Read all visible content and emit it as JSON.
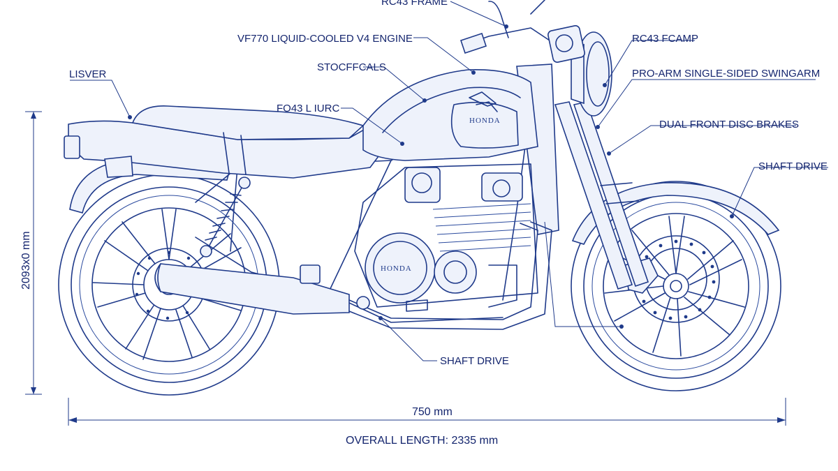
{
  "diagram": {
    "callouts": {
      "frame": "RC43 FRAME",
      "engine": "VF770 LIQUID-COOLED V4 ENGINE",
      "stocfcals": "STOCFFCALS",
      "liver": "LISVER",
      "fo43": "FO43 L IURC",
      "rc43_fcamp": "RC43 FCAMP",
      "swingarm": "PRO-ARM SINGLE-SIDED SWINGARM",
      "brakes": "DUAL FRONT DISC BRAKES",
      "shaft_right": "SHAFT DRIVE",
      "shaft_bottom": "SHAFT DRIVE"
    },
    "tank_logo": "HONDA",
    "engine_logo": "HONDA",
    "dimensions": {
      "height": "2093x0 mm",
      "wheelbase": "750 mm",
      "overall_length": "OVERALL LENGTH: 2335 mm"
    }
  }
}
